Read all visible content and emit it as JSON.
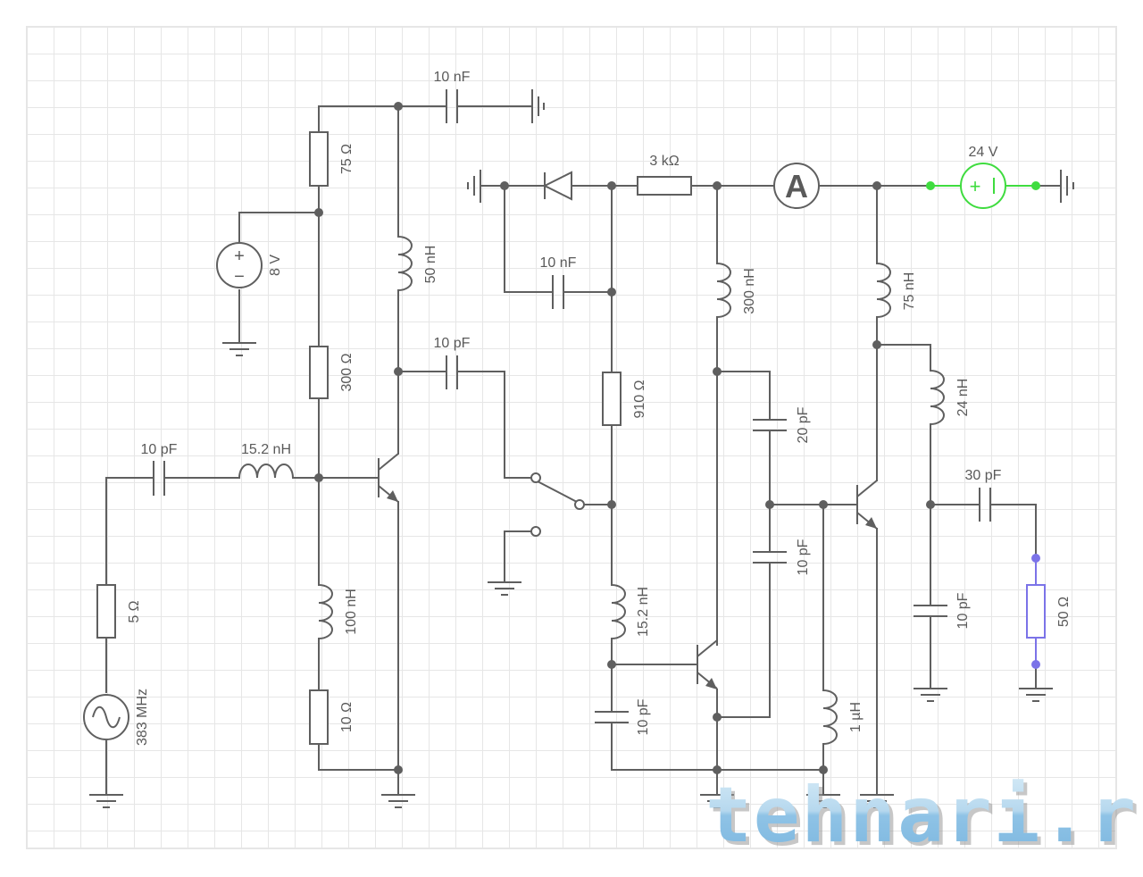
{
  "diagram": {
    "type": "electronic-schematic",
    "watermark": "tehnari.ru",
    "colors": {
      "wire": "#5f5f5f",
      "grid": "#e6e6e6",
      "selected_source": "#3fdc3f",
      "selected_load": "#7b73e8",
      "watermark": "#8fc3e6"
    },
    "components": {
      "c_top_bypass": {
        "kind": "capacitor",
        "label": "10 nF"
      },
      "r_75": {
        "kind": "resistor",
        "label": "75 Ω"
      },
      "v_bias": {
        "kind": "dc-voltage-source",
        "label": "8 V",
        "plus": "+",
        "minus": "−"
      },
      "r_300": {
        "kind": "resistor",
        "label": "300 Ω"
      },
      "l_50n": {
        "kind": "inductor",
        "label": "50 nH"
      },
      "c_coupling_1": {
        "kind": "capacitor",
        "label": "10 pF"
      },
      "c_input": {
        "kind": "capacitor",
        "label": "10 pF"
      },
      "l_input": {
        "kind": "inductor",
        "label": "15.2 nH"
      },
      "q1": {
        "kind": "npn-transistor",
        "label": ""
      },
      "l_100n": {
        "kind": "inductor",
        "label": "100 nH"
      },
      "r_10": {
        "kind": "resistor",
        "label": "10 Ω"
      },
      "r_source": {
        "kind": "resistor",
        "label": "5 Ω"
      },
      "v_ac": {
        "kind": "ac-voltage-source",
        "label": "383 MHz"
      },
      "diode": {
        "kind": "diode",
        "label": ""
      },
      "r_3k": {
        "kind": "resistor",
        "label": "3 kΩ"
      },
      "ammeter": {
        "kind": "ammeter",
        "label": "A"
      },
      "v_supply": {
        "kind": "battery",
        "label": "24 V",
        "plus": "+",
        "minus": "|"
      },
      "c_mid_bypass": {
        "kind": "capacitor",
        "label": "10 nF"
      },
      "r_910": {
        "kind": "resistor",
        "label": "910 Ω"
      },
      "switch": {
        "kind": "spdt-switch",
        "label": ""
      },
      "l_mid": {
        "kind": "inductor",
        "label": "15.2 nH"
      },
      "c_mid_low": {
        "kind": "capacitor",
        "label": "10 pF"
      },
      "q2": {
        "kind": "npn-transistor",
        "label": ""
      },
      "l_300n": {
        "kind": "inductor",
        "label": "300 nH"
      },
      "c_20p": {
        "kind": "capacitor",
        "label": "20 pF"
      },
      "c_10p_fb": {
        "kind": "capacitor",
        "label": "10 pF"
      },
      "l_1u": {
        "kind": "inductor",
        "label": "1 µH"
      },
      "q3": {
        "kind": "npn-transistor",
        "label": ""
      },
      "l_75n": {
        "kind": "inductor",
        "label": "75 nH"
      },
      "l_24n": {
        "kind": "inductor",
        "label": "24 nH"
      },
      "c_30p": {
        "kind": "capacitor",
        "label": "30 pF"
      },
      "c_out_shunt": {
        "kind": "capacitor",
        "label": "10 pF"
      },
      "r_load": {
        "kind": "resistor",
        "label": "50 Ω"
      }
    }
  }
}
